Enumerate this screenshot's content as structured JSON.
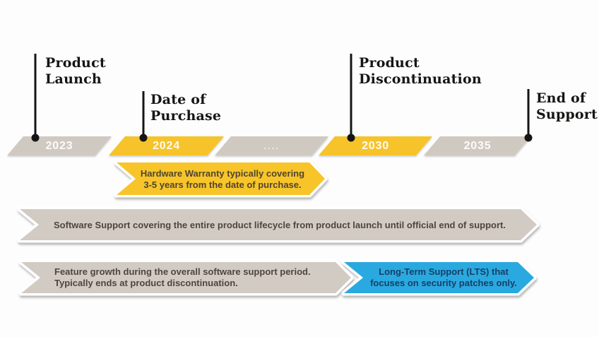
{
  "timeline": {
    "segments": [
      {
        "label": "2023",
        "color": "#d0c9c2"
      },
      {
        "label": "2024",
        "color": "#f6c32b"
      },
      {
        "label": "....",
        "color": "#d0c9c2"
      },
      {
        "label": "2030",
        "color": "#f6c32b"
      },
      {
        "label": "2035",
        "color": "#d0c9c2"
      }
    ],
    "markers": [
      {
        "label": "Product\nLaunch"
      },
      {
        "label": "Date of\nPurchase"
      },
      {
        "label": "Product\nDiscontinuation"
      },
      {
        "label": "End of\nSupport"
      }
    ],
    "marker_color": "#151515"
  },
  "bands": [
    {
      "label": "Hardware Warranty typically covering\n3-5 years from the date of purchase.",
      "color": "#f7c42a"
    },
    {
      "label": "Software Support covering the entire product lifecycle from product launch until official end of support.",
      "color": "#d2cbc3"
    },
    {
      "label": "Feature growth during the overall software support period.\nTypically ends at product discontinuation.",
      "color": "#d2cbc3"
    },
    {
      "label": "Long-Term Support (LTS) that\nfocuses on security patches only.",
      "color": "#2aa9e0"
    }
  ],
  "colors": {
    "background": "#fdfdfd",
    "band_border": "#ffffff",
    "year_text": "#ffffff",
    "accent_yellow": "#f6c32b",
    "accent_gray": "#d0c9c2",
    "accent_blue": "#2aa9e0"
  }
}
